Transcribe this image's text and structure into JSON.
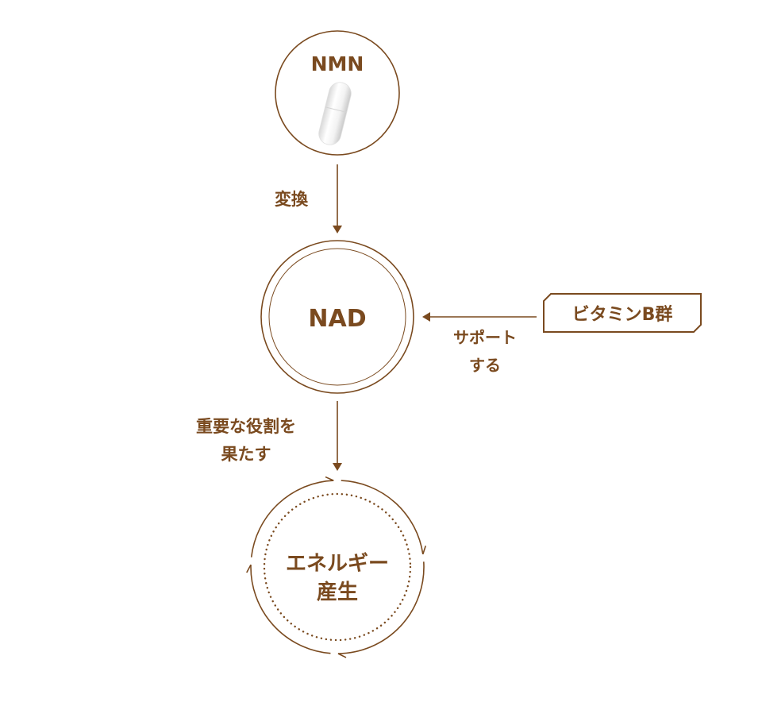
{
  "colors": {
    "accent": "#7a4a1f"
  },
  "nodes": {
    "nmn": "NMN",
    "nad": "NAD",
    "energy_line1": "エネルギー",
    "energy_line2": "産生",
    "vitamin": "ビタミンB群"
  },
  "edges": {
    "convert": "変換",
    "support_line1": "サポート",
    "support_line2": "する",
    "role_line1": "重要な役割を",
    "role_line2": "果たす"
  },
  "icons": {
    "nmn": "capsule-icon"
  }
}
